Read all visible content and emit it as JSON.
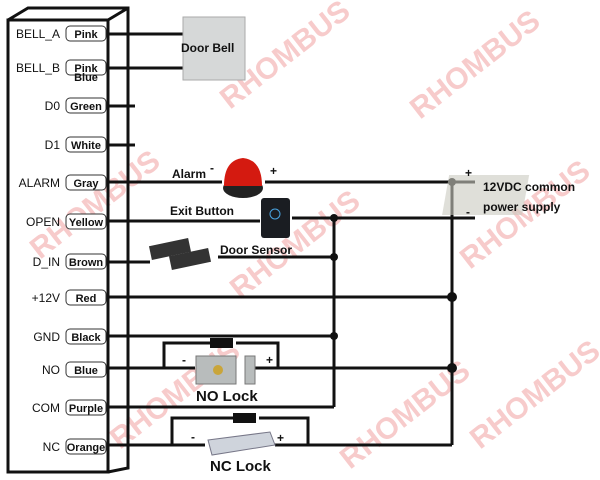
{
  "watermark": "RHOMBUS",
  "terminals": [
    {
      "name": "BELL_A",
      "color": "Pink"
    },
    {
      "name": "BELL_B",
      "color": "Pink",
      "color2": "Blue"
    },
    {
      "name": "D0",
      "color": "Green"
    },
    {
      "name": "D1",
      "color": "White"
    },
    {
      "name": "ALARM",
      "color": "Gray"
    },
    {
      "name": "OPEN",
      "color": "Yellow"
    },
    {
      "name": "D_IN",
      "color": "Brown"
    },
    {
      "name": "+12V",
      "color": "Red"
    },
    {
      "name": "GND",
      "color": "Black"
    },
    {
      "name": "NO",
      "color": "Blue"
    },
    {
      "name": "COM",
      "color": "Purple"
    },
    {
      "name": "NC",
      "color": "Orange"
    }
  ],
  "devices": {
    "door_bell": "Door Bell",
    "alarm": "Alarm",
    "exit_button": "Exit Button",
    "door_sensor": "Door Sensor",
    "power_supply_1": "12VDC common",
    "power_supply_2": "power supply",
    "no_lock": "NO Lock",
    "nc_lock": "NC Lock",
    "plus": "+",
    "minus": "-"
  }
}
